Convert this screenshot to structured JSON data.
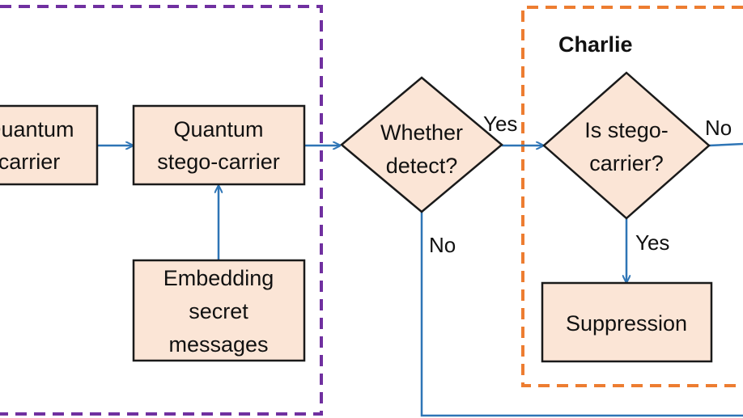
{
  "colors": {
    "box_fill": "#fbe5d6",
    "box_stroke": "#1a1a1a",
    "arrow": "#2e75b6",
    "group_purple": "#7030a0",
    "group_orange": "#ed7d31"
  },
  "groups": {
    "charlie_title": "Charlie"
  },
  "nodes": {
    "quantum_carrier": {
      "line1": "Quantum",
      "line2": "carrier"
    },
    "stego_carrier": {
      "line1": "Quantum",
      "line2": "stego-carrier"
    },
    "embedding": {
      "line1": "Embedding",
      "line2": "secret",
      "line3": "messages"
    },
    "whether_detect": {
      "line1": "Whether",
      "line2": "detect?"
    },
    "is_stego": {
      "line1": "Is stego-",
      "line2": "carrier?"
    },
    "suppression": {
      "line1": "Suppression"
    }
  },
  "edge_labels": {
    "detect_yes": "Yes",
    "detect_no": "No",
    "stego_no": "No",
    "stego_yes": "Yes"
  }
}
